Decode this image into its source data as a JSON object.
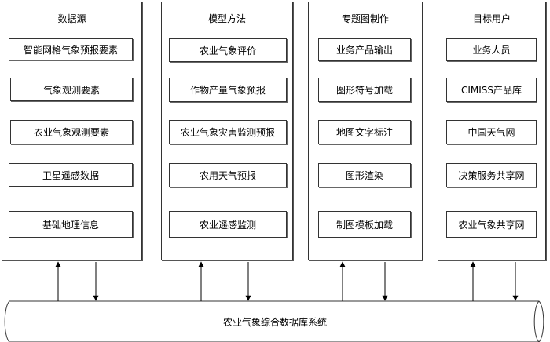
{
  "columns": [
    {
      "title": "数据源",
      "items": [
        "智能网格气象预报要素",
        "气象观测要素",
        "农业气象观测要素",
        "卫星遥感数据",
        "基础地理信息"
      ]
    },
    {
      "title": "模型方法",
      "items": [
        "农业气象评价",
        "作物产量气象预报",
        "农业气象灾害监测预报",
        "农用天气预报",
        "农业遥感监测"
      ]
    },
    {
      "title": "专题图制作",
      "items": [
        "业务产品输出",
        "图形符号加载",
        "地图文字标注",
        "图形渲染",
        "制图模板加载"
      ]
    },
    {
      "title": "目标用户",
      "items": [
        "业务人员",
        "CIMISS产品库",
        "中国天气网",
        "决策服务共享网",
        "农业气象共享网"
      ]
    }
  ],
  "database": {
    "label": "农业气象综合数据库系统"
  }
}
